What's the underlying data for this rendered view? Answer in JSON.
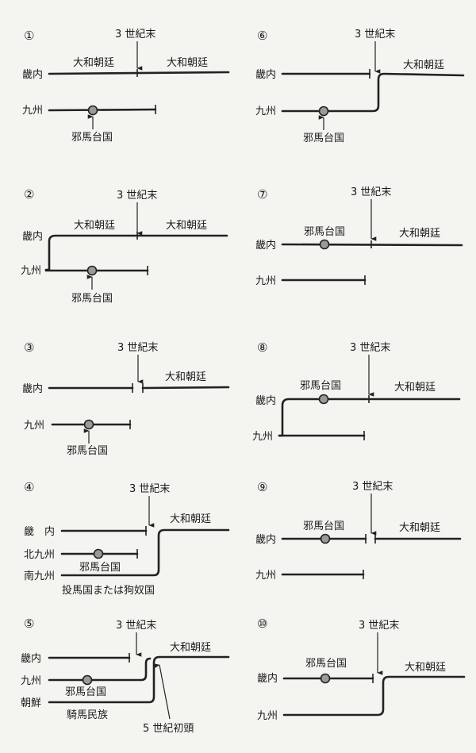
{
  "panels": [
    {
      "number": "①",
      "century": "3 世紀末",
      "kinai": "畿内",
      "kyushu": "九州",
      "yamato_left": "大和朝廷",
      "yamato_right": "大和朝廷",
      "yamatai": "邪馬台国"
    },
    {
      "number": "②",
      "century": "3 世紀末",
      "kinai": "畿内",
      "kyushu": "九州",
      "yamato_left": "大和朝廷",
      "yamato_right": "大和朝廷",
      "yamatai": "邪馬台国"
    },
    {
      "number": "③",
      "century": "3 世紀末",
      "kinai": "畿内",
      "kyushu": "九州",
      "yamato": "大和朝廷",
      "yamatai": "邪馬台国"
    },
    {
      "number": "④",
      "century": "3 世紀末",
      "kinai": "畿　内",
      "north_kyushu": "北九州",
      "south_kyushu": "南九州",
      "yamato": "大和朝廷",
      "yamatai": "邪馬台国",
      "touma": "投馬国または狗奴国"
    },
    {
      "number": "⑤",
      "century": "3 世紀末",
      "kinai": "畿内",
      "kyushu": "九州",
      "korea": "朝鮮",
      "yamato": "大和朝廷",
      "yamatai": "邪馬台国",
      "horse_riders": "騎馬民族",
      "fifth_century": "5 世紀初頭"
    },
    {
      "number": "⑥",
      "century": "3 世紀末",
      "kinai": "畿内",
      "kyushu": "九州",
      "yamato": "大和朝廷",
      "yamatai": "邪馬台国"
    },
    {
      "number": "⑦",
      "century": "3 世紀末",
      "kinai": "畿内",
      "kyushu": "九州",
      "yamato": "大和朝廷",
      "yamatai": "邪馬台国"
    },
    {
      "number": "⑧",
      "century": "3 世紀末",
      "kinai": "畿内",
      "kyushu": "九州",
      "yamato": "大和朝廷",
      "yamatai": "邪馬台国"
    },
    {
      "number": "⑨",
      "century": "3 世紀末",
      "kinai": "畿内",
      "kyushu": "九州",
      "yamato": "大和朝廷",
      "yamatai": "邪馬台国"
    },
    {
      "number": "⑩",
      "century": "3 世紀末",
      "kinai": "畿内",
      "kyushu": "九州",
      "yamato": "大和朝廷",
      "yamatai": "邪馬台国"
    }
  ]
}
